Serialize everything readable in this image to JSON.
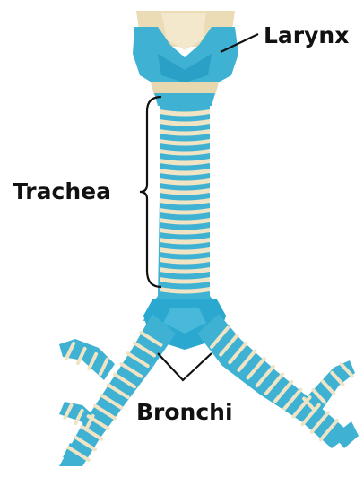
{
  "labels": {
    "larynx": "Larynx",
    "trachea": "Trachea",
    "bronchi": "Bronchi"
  },
  "colors": {
    "tissue": "#3fb2d3",
    "tissue_dark": "#1f8fb4",
    "cartilage": "#f0e4c4",
    "epiglottis": "#ecdcb6",
    "line": "#111111"
  }
}
